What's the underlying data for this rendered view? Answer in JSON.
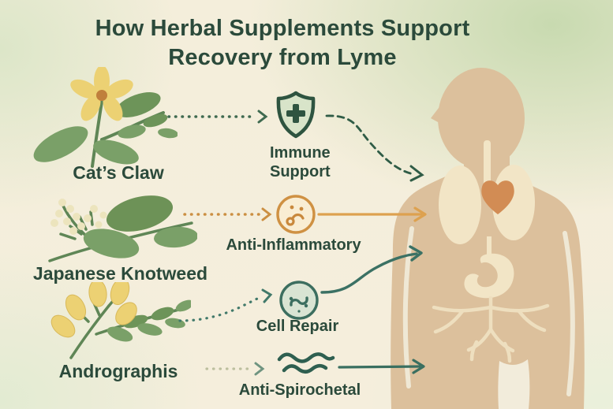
{
  "title": "How Herbal Supplements Support\nRecovery from Lyme",
  "herbs": [
    {
      "name": "Cat’s Claw",
      "illustration": "yellow-flower-with-leaves-icon"
    },
    {
      "name": "Japanese Knotweed",
      "illustration": "leafy-branch-with-cream-flower-spikes-icon"
    },
    {
      "name": "Andrographis",
      "illustration": "yellow-buds-with-leaves-icon"
    }
  ],
  "benefits": [
    {
      "label": "Immune\nSupport",
      "icon": "shield-cross-icon"
    },
    {
      "label": "Anti-Inflammatory",
      "icon": "inflammation-circle-icon"
    },
    {
      "label": "Cell Repair",
      "icon": "cell-repair-circle-icon"
    },
    {
      "label": "Anti-Spirochetal",
      "icon": "spirochete-waves-icon"
    }
  ],
  "body_figure": {
    "illustration": "human-silhouette-with-lungs-heart-stomach-nerves-icon"
  },
  "colors": {
    "title_text": "#2b4a3b",
    "green_accent": "#2f5c46",
    "orange_accent": "#d49a4a",
    "teal_accent": "#3b7164",
    "body_skin": "#dcc09c",
    "organ_cream": "#f2e5c6",
    "heart_orange": "#d28c54",
    "flower_yellow": "#ecd173",
    "leaf_green": "#7fa36b"
  }
}
